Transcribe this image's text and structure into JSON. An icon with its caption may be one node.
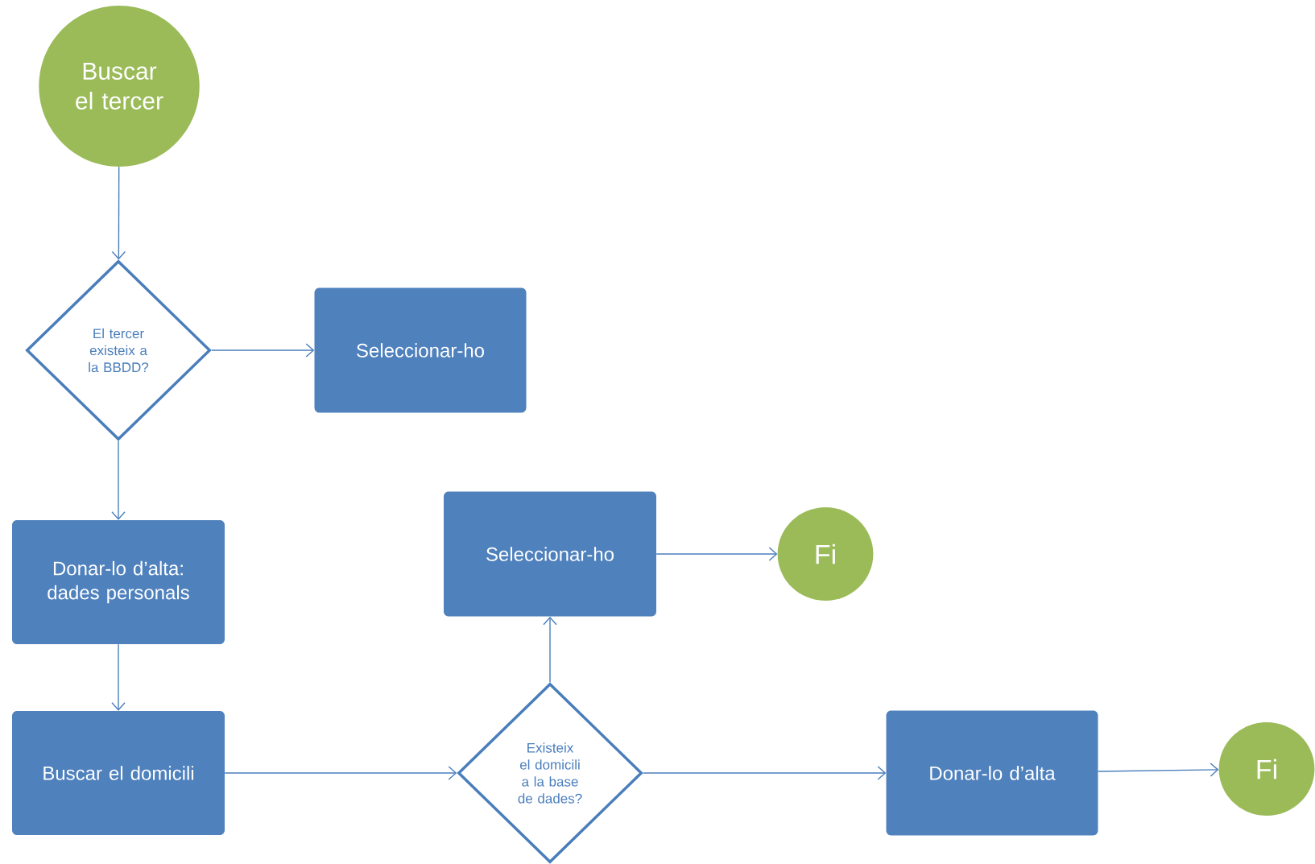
{
  "diagram": {
    "nodes": [
      {
        "text": [
          "Buscar el tercer"
        ]
      },
      {
        "text": [
          "El tercer existeix a la BBDD?"
        ]
      },
      {
        "text": [
          "Seleccionar-ho"
        ]
      },
      {
        "text": [
          "Donar-lo d’alta: dades personals"
        ]
      },
      {
        "text": [
          "Buscar el domicili"
        ]
      },
      {
        "text": [
          "Seleccionar-ho"
        ]
      },
      {
        "text": [
          "Fi"
        ]
      },
      {
        "text": [
          "Existeix el domicili a la base de dades?"
        ]
      },
      {
        "text": [
          "Donar-lo d’alta"
        ]
      },
      {
        "text": [
          "Fi"
        ]
      }
    ],
    "edges": [
      {
        "from": 0,
        "to": 1,
        "arrow": "to"
      },
      {
        "from": 1,
        "to": 2,
        "arrow": "to"
      },
      {
        "from": 1,
        "to": 3,
        "arrow": "to"
      },
      {
        "from": 3,
        "to": 4,
        "arrow": "to"
      },
      {
        "from": 4,
        "to": 7,
        "arrow": "to"
      },
      {
        "from": 7,
        "to": 5,
        "arrow": "to"
      },
      {
        "from": 5,
        "to": 6,
        "arrow": "to"
      },
      {
        "from": 7,
        "to": 8,
        "arrow": "to"
      },
      {
        "from": 8,
        "to": 9,
        "arrow": "to"
      }
    ]
  }
}
